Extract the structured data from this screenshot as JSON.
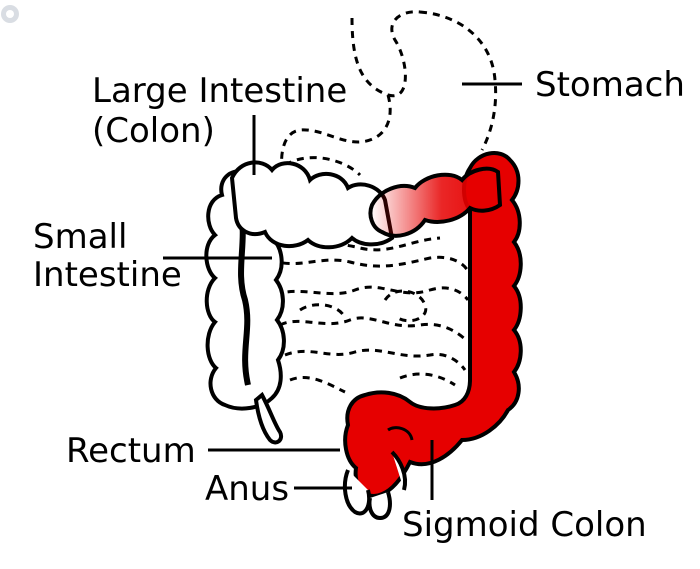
{
  "colors": {
    "accent": "#e60000",
    "outline": "#000000",
    "background": "#ffffff",
    "logo": "#d9dde3"
  },
  "logo": {
    "icon": "top-doctors-logo-icon"
  },
  "labels": {
    "large_intestine_line1": "Large Intestine",
    "large_intestine_line2": "(Colon)",
    "stomach": "Stomach",
    "small_intestine_line1": "Small",
    "small_intestine_line2": "Intestine",
    "rectum": "Rectum",
    "anus": "Anus",
    "sigmoid_colon": "Sigmoid Colon"
  }
}
